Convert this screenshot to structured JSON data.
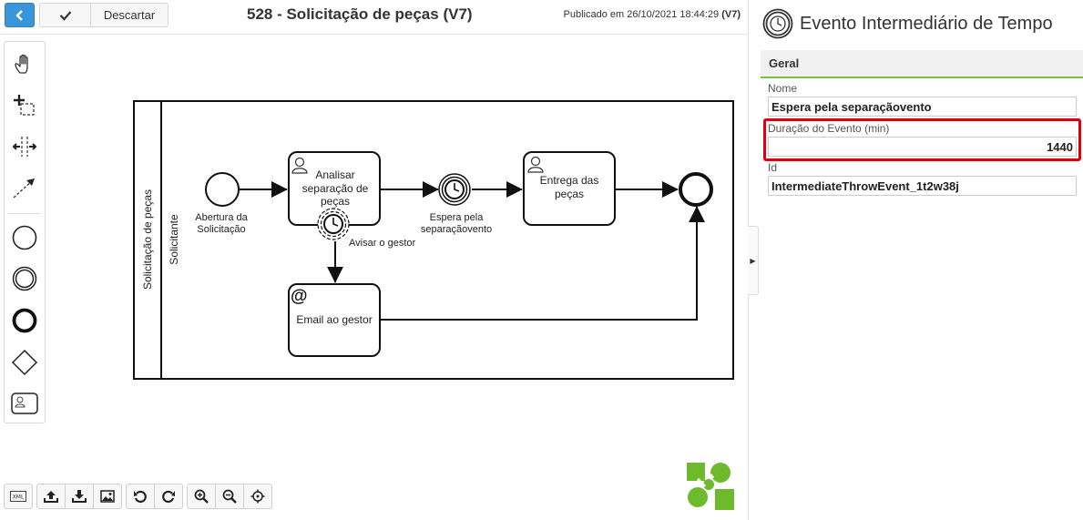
{
  "toolbar": {
    "discard_label": "Descartar",
    "title": "528 - Solicitação de peças (V7)",
    "published_prefix": "Publicado em 26/10/2021 18:44:29",
    "published_version": "(V7)"
  },
  "diagram": {
    "pool_label": "Solicitação de peças",
    "lane_label": "Solicitante",
    "start_event_label_1": "Abertura da",
    "start_event_label_2": "Solicitação",
    "task1_line1": "Analisar",
    "task1_line2": "separação de",
    "task1_line3": "peças",
    "boundary_label": "Avisar o gestor",
    "timer_label_1": "Espera pela",
    "timer_label_2": "separaçãovento",
    "task2_line1": "Entrega das",
    "task2_line2": "peças",
    "email_task_label": "Email ao gestor",
    "email_marker": "@"
  },
  "panel": {
    "title": "Evento Intermediário de Tempo",
    "section": "Geral",
    "name_label": "Nome",
    "name_value": "Espera pela separaçãovento",
    "duration_label": "Duração do Evento (min)",
    "duration_value": "1440",
    "id_label": "Id",
    "id_value": "IntermediateThrowEvent_1t2w38j"
  },
  "icons": {
    "back": "chevron-left-icon",
    "save": "check-icon",
    "palette": [
      "hand-tool-icon",
      "lasso-tool-icon",
      "space-tool-icon",
      "connect-tool-icon",
      "start-event-icon",
      "intermediate-event-icon",
      "end-event-icon",
      "gateway-icon",
      "user-task-icon"
    ],
    "bottom": [
      "xml-icon",
      "upload-icon",
      "download-icon",
      "image-icon",
      "undo-icon",
      "redo-icon",
      "zoom-in-icon",
      "zoom-out-icon",
      "fit-center-icon"
    ]
  },
  "colors": {
    "accent_blue": "#3a96d8",
    "section_underline": "#7ac142",
    "highlight_red": "#e0000d",
    "logo_green": "#6fb92c"
  }
}
